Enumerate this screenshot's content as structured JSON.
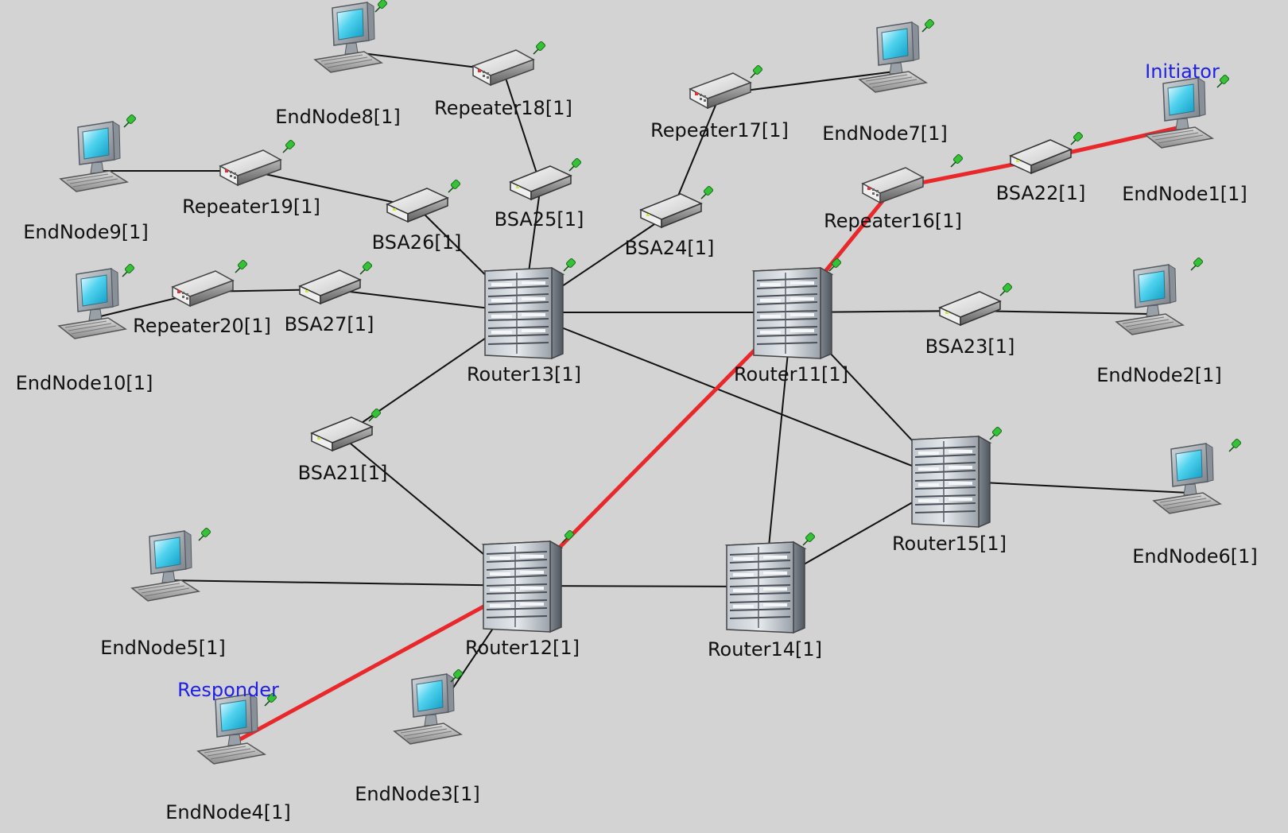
{
  "colors": {
    "background": "#d3d3d3",
    "link": "#111111",
    "path": "#e8282b",
    "role_label": "#1f1fe6",
    "status_badge": "#2ca02c"
  },
  "roles": {
    "initiator": "Initiator",
    "responder": "Responder"
  },
  "nodes": {
    "EndNode1": {
      "label": "EndNode1[1]",
      "type": "endnode",
      "icon": "computer-icon"
    },
    "EndNode2": {
      "label": "EndNode2[1]",
      "type": "endnode",
      "icon": "computer-icon"
    },
    "EndNode3": {
      "label": "EndNode3[1]",
      "type": "endnode",
      "icon": "computer-icon"
    },
    "EndNode4": {
      "label": "EndNode4[1]",
      "type": "endnode",
      "icon": "computer-icon"
    },
    "EndNode5": {
      "label": "EndNode5[1]",
      "type": "endnode",
      "icon": "computer-icon"
    },
    "EndNode6": {
      "label": "EndNode6[1]",
      "type": "endnode",
      "icon": "computer-icon"
    },
    "EndNode7": {
      "label": "EndNode7[1]",
      "type": "endnode",
      "icon": "computer-icon"
    },
    "EndNode8": {
      "label": "EndNode8[1]",
      "type": "endnode",
      "icon": "computer-icon"
    },
    "EndNode9": {
      "label": "EndNode9[1]",
      "type": "endnode",
      "icon": "computer-icon"
    },
    "EndNode10": {
      "label": "EndNode10[1]",
      "type": "endnode",
      "icon": "computer-icon"
    },
    "Repeater16": {
      "label": "Repeater16[1]",
      "type": "repeater",
      "icon": "repeater-icon"
    },
    "Repeater17": {
      "label": "Repeater17[1]",
      "type": "repeater",
      "icon": "repeater-icon"
    },
    "Repeater18": {
      "label": "Repeater18[1]",
      "type": "repeater",
      "icon": "repeater-icon"
    },
    "Repeater19": {
      "label": "Repeater19[1]",
      "type": "repeater",
      "icon": "repeater-icon"
    },
    "Repeater20": {
      "label": "Repeater20[1]",
      "type": "repeater",
      "icon": "repeater-icon"
    },
    "BSA21": {
      "label": "BSA21[1]",
      "type": "bsa",
      "icon": "bsa-icon"
    },
    "BSA22": {
      "label": "BSA22[1]",
      "type": "bsa",
      "icon": "bsa-icon"
    },
    "BSA23": {
      "label": "BSA23[1]",
      "type": "bsa",
      "icon": "bsa-icon"
    },
    "BSA24": {
      "label": "BSA24[1]",
      "type": "bsa",
      "icon": "bsa-icon"
    },
    "BSA25": {
      "label": "BSA25[1]",
      "type": "bsa",
      "icon": "bsa-icon"
    },
    "BSA26": {
      "label": "BSA26[1]",
      "type": "bsa",
      "icon": "bsa-icon"
    },
    "BSA27": {
      "label": "BSA27[1]",
      "type": "bsa",
      "icon": "bsa-icon"
    },
    "Router11": {
      "label": "Router11[1]",
      "type": "router",
      "icon": "router-icon"
    },
    "Router12": {
      "label": "Router12[1]",
      "type": "router",
      "icon": "router-icon"
    },
    "Router13": {
      "label": "Router13[1]",
      "type": "router",
      "icon": "router-icon"
    },
    "Router14": {
      "label": "Router14[1]",
      "type": "router",
      "icon": "router-icon"
    },
    "Router15": {
      "label": "Router15[1]",
      "type": "router",
      "icon": "router-icon"
    }
  },
  "links": [
    {
      "from": "EndNode8",
      "to": "Repeater18",
      "path": false
    },
    {
      "from": "Repeater18",
      "to": "BSA25",
      "path": false
    },
    {
      "from": "BSA25",
      "to": "Router13",
      "path": false
    },
    {
      "from": "EndNode9",
      "to": "Repeater19",
      "path": false
    },
    {
      "from": "Repeater19",
      "to": "BSA26",
      "path": false
    },
    {
      "from": "BSA26",
      "to": "Router13",
      "path": false
    },
    {
      "from": "EndNode10",
      "to": "Repeater20",
      "path": false
    },
    {
      "from": "Repeater20",
      "to": "BSA27",
      "path": false
    },
    {
      "from": "BSA27",
      "to": "Router13",
      "path": false
    },
    {
      "from": "Repeater17",
      "to": "EndNode7",
      "path": false
    },
    {
      "from": "Repeater17",
      "to": "BSA24",
      "path": false
    },
    {
      "from": "BSA24",
      "to": "Router13",
      "path": false
    },
    {
      "from": "Router13",
      "to": "Router11",
      "path": false
    },
    {
      "from": "Router13",
      "to": "Router15",
      "path": false
    },
    {
      "from": "Router13",
      "to": "BSA21",
      "path": false
    },
    {
      "from": "BSA21",
      "to": "Router12",
      "path": false
    },
    {
      "from": "Router11",
      "to": "BSA23",
      "path": false
    },
    {
      "from": "BSA23",
      "to": "EndNode2",
      "path": false
    },
    {
      "from": "Router11",
      "to": "Router15",
      "path": false
    },
    {
      "from": "Router11",
      "to": "Router14",
      "path": false
    },
    {
      "from": "Router15",
      "to": "EndNode6",
      "path": false
    },
    {
      "from": "Router15",
      "to": "Router14",
      "path": false
    },
    {
      "from": "Router12",
      "to": "Router14",
      "path": false
    },
    {
      "from": "EndNode5",
      "to": "Router12",
      "path": false
    },
    {
      "from": "Router12",
      "to": "EndNode3",
      "path": false
    },
    {
      "from": "EndNode1",
      "to": "BSA22",
      "path": true
    },
    {
      "from": "BSA22",
      "to": "Repeater16",
      "path": true
    },
    {
      "from": "Repeater16",
      "to": "Router11",
      "path": true
    },
    {
      "from": "Router11",
      "to": "Router12",
      "path": true
    },
    {
      "from": "Router12",
      "to": "EndNode4",
      "path": true
    }
  ]
}
